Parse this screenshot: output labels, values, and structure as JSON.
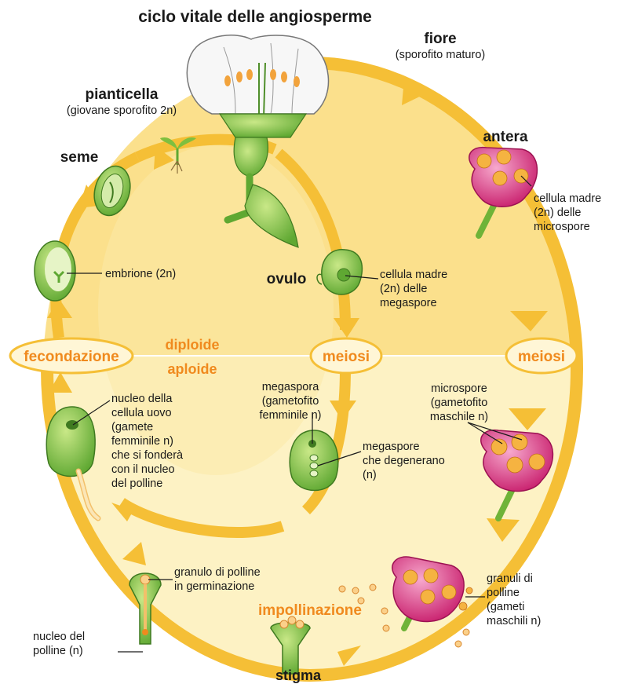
{
  "title": "ciclo vitale delle angiosperme",
  "labels": {
    "fiore": "fiore",
    "fiore_sub": "(sporofito maturo)",
    "antera": "antera",
    "cellula_madre_micro": [
      "cellula madre",
      "(2n) delle",
      "microspore"
    ],
    "pianticella": "pianticella",
    "pianticella_sub": "(giovane sporofito 2n)",
    "seme": "seme",
    "embrione": "embrione (2n)",
    "ovulo": "ovulo",
    "cellula_madre_mega": [
      "cellula madre",
      "(2n) delle",
      "megaspore"
    ],
    "diploide": "diploide",
    "aploide": "aploide",
    "fecondazione": "fecondazione",
    "meiosi_left": "meiosi",
    "meiosi_right": "meiosi",
    "nucleo_cellula_uovo": [
      "nucleo della",
      "cellula uovo",
      "(gamete",
      "femminile n)",
      "che si fonderà",
      "con il nucleo",
      "del polline"
    ],
    "megaspora": [
      "megaspora",
      "(gametofito",
      "femminile n)"
    ],
    "megaspore_degenerano": [
      "megaspore",
      "che degenerano",
      "(n)"
    ],
    "microspore": [
      "microspore",
      "(gametofito",
      "maschile n)"
    ],
    "granulo_germinazione": [
      "granulo di polline",
      "in germinazione"
    ],
    "impollinazione": "impollinazione",
    "granuli_polline": [
      "granuli di",
      "polline",
      "(gameti",
      "maschili n)"
    ],
    "nucleo_polline": [
      "nucleo del",
      "polline (n)"
    ],
    "stigma": "stigma"
  },
  "colors": {
    "diploid_zone": "#fbe08c",
    "haploid_zone": "#fdf2c4",
    "arrow": "#f5bf36",
    "label_orange": "#f08a1e",
    "plant_green": "#7fbf3f",
    "anther_pink": "#e0337f"
  }
}
